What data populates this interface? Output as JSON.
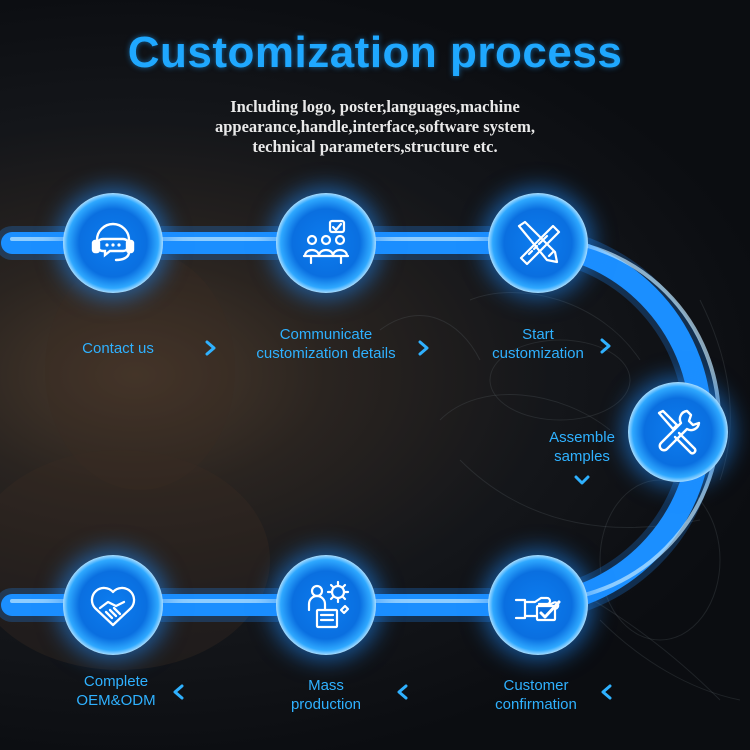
{
  "title": "Customization process",
  "subtitle": [
    "Including logo, poster,languages,machine",
    "appearance,handle,interface,software system,",
    "technical parameters,structure etc."
  ],
  "colors": {
    "accent": "#1fa8ff",
    "label": "#2fb1ff",
    "track": "#1a8cff",
    "background": "#0b0d11"
  },
  "steps": [
    {
      "label_lines": [
        "Contact us"
      ],
      "icon": "headset-chat-icon"
    },
    {
      "label_lines": [
        "Communicate",
        "customization details"
      ],
      "icon": "meeting-icon"
    },
    {
      "label_lines": [
        "Start",
        "customization"
      ],
      "icon": "design-tools-icon"
    },
    {
      "label_lines": [
        "Assemble",
        "samples"
      ],
      "icon": "screwdriver-wrench-icon"
    },
    {
      "label_lines": [
        "Customer",
        "confirmation"
      ],
      "icon": "hand-check-icon"
    },
    {
      "label_lines": [
        "Mass",
        "production"
      ],
      "icon": "worker-gear-icon"
    },
    {
      "label_lines": [
        "Complete",
        "OEM&ODM"
      ],
      "icon": "heart-handshake-icon"
    }
  ]
}
